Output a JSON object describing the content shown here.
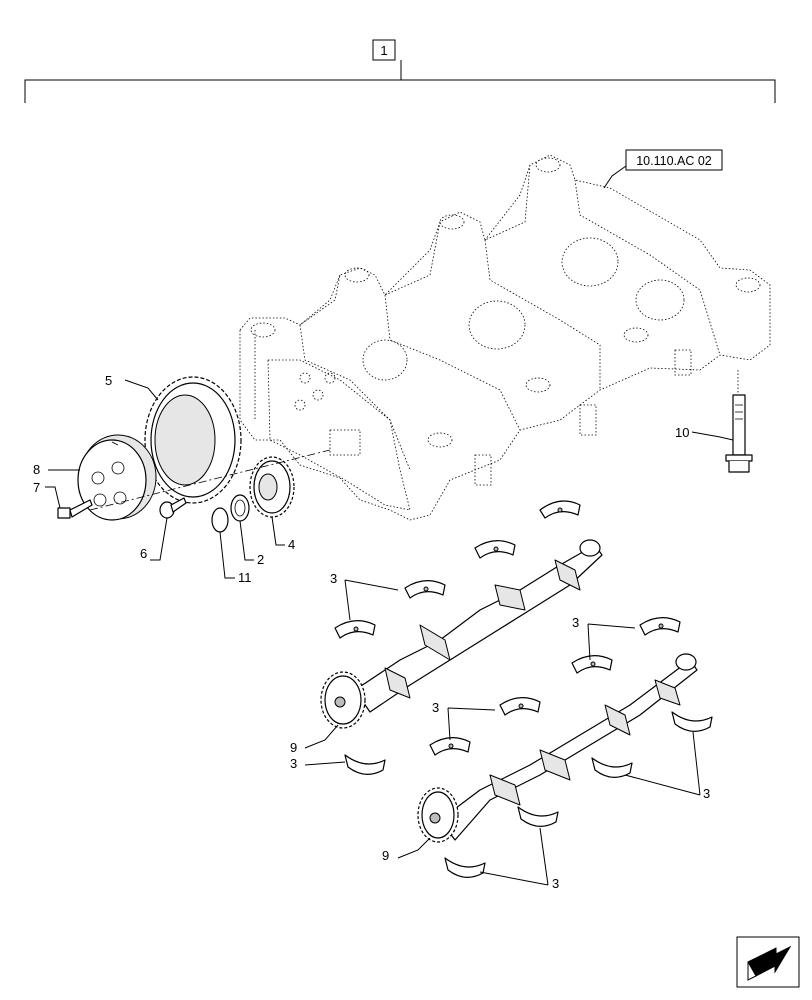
{
  "assembly": {
    "ref_label": "1",
    "cross_ref": "10.110.AC 02"
  },
  "callouts": {
    "c2": "2",
    "c3": "3",
    "c4": "4",
    "c5": "5",
    "c6": "6",
    "c7": "7",
    "c8": "8",
    "c9": "9",
    "c10": "10",
    "c11": "11"
  },
  "nav": {
    "icon": "next-page-arrow-icon"
  }
}
